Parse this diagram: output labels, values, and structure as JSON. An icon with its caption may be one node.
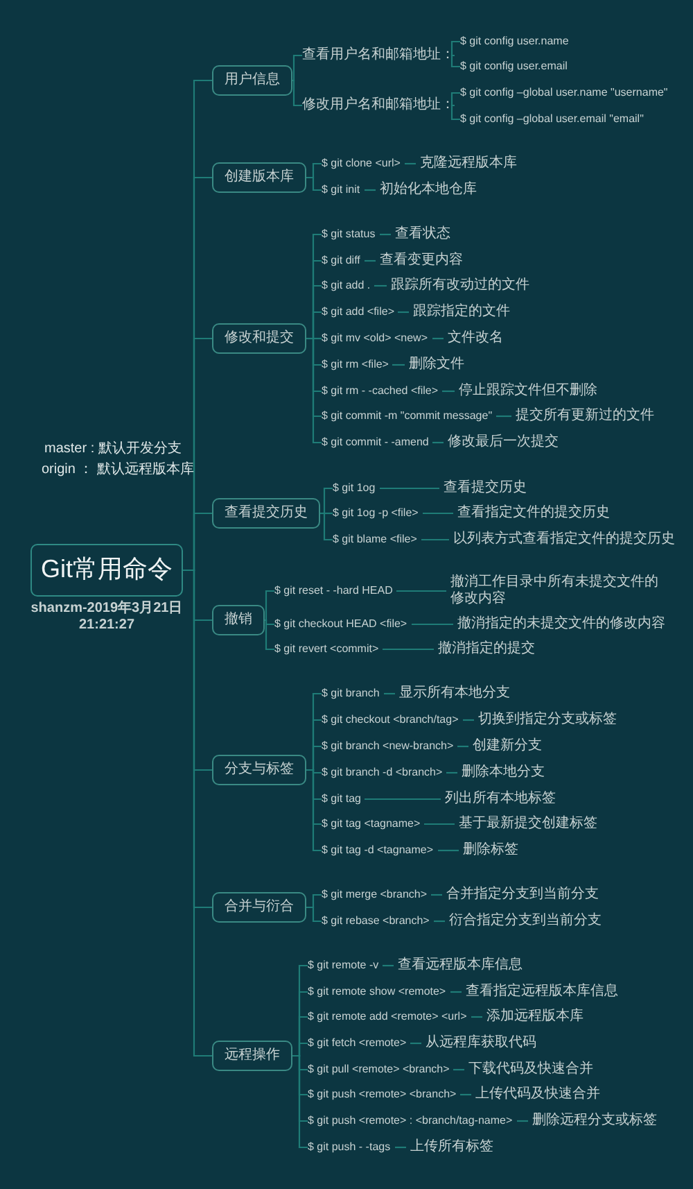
{
  "diagram": {
    "nodes": [
      {
        "text": [
          "Git常用命令"
        ],
        "beside": [
          "shanzm-2019年3月21日 21:21:27"
        ]
      },
      {
        "text": [
          "用户信息"
        ]
      },
      {
        "text": [
          "查看用户名和邮箱地址："
        ]
      },
      {
        "text": [
          "$ git config user.name"
        ]
      },
      {
        "text": [
          "$ git config user.email"
        ]
      },
      {
        "text": [
          "修改用户名和邮箱地址："
        ]
      },
      {
        "text": [
          "$ git config –global user.name \"username\""
        ]
      },
      {
        "text": [
          "$ git config –global user.email \"email\""
        ]
      },
      {
        "text": [
          "创建版本库"
        ]
      },
      {
        "text": [
          "$ git clone <url>"
        ]
      },
      {
        "text": [
          "克隆远程版本库"
        ]
      },
      {
        "text": [
          "$ git init"
        ]
      },
      {
        "text": [
          "初始化本地仓库"
        ]
      },
      {
        "text": [
          "修改和提交"
        ]
      },
      {
        "text": [
          "$ git status"
        ]
      },
      {
        "text": [
          "查看状态"
        ]
      },
      {
        "text": [
          "$ git diff"
        ]
      },
      {
        "text": [
          "查看变更内容"
        ]
      },
      {
        "text": [
          "$ git add ."
        ]
      },
      {
        "text": [
          "跟踪所有改动过的文件"
        ]
      },
      {
        "text": [
          "$ git add <file>"
        ]
      },
      {
        "text": [
          "跟踪指定的文件"
        ]
      },
      {
        "text": [
          "$ git mv <old> <new>"
        ]
      },
      {
        "text": [
          "文件改名"
        ]
      },
      {
        "text": [
          "$ git rm <file>"
        ]
      },
      {
        "text": [
          "删除文件"
        ]
      },
      {
        "text": [
          "$ git rm - -cached <file>"
        ]
      },
      {
        "text": [
          "停止跟踪文件但不删除"
        ]
      },
      {
        "text": [
          "$ git commit -m \"commit message\""
        ]
      },
      {
        "text": [
          "提交所有更新过的文件"
        ]
      },
      {
        "text": [
          "$ git commit - -amend"
        ]
      },
      {
        "text": [
          "修改最后一次提交"
        ]
      },
      {
        "text": [
          "查看提交历史"
        ]
      },
      {
        "text": [
          "$ git 1og"
        ]
      },
      {
        "text": [
          "查看提交历史"
        ]
      },
      {
        "text": [
          "$ git 1og -p <file>"
        ]
      },
      {
        "text": [
          "查看指定文件的提交历史"
        ]
      },
      {
        "text": [
          "$ git blame <file>"
        ]
      },
      {
        "text": [
          "以列表方式查看指定文件的提交历史"
        ]
      },
      {
        "text": [
          "撤销"
        ]
      },
      {
        "text": [
          "$ git reset - -hard HEAD"
        ]
      },
      {
        "text": [
          "撤消工作目录中所有未提交文件的修改内容"
        ]
      },
      {
        "text": [
          "$ git checkout HEAD <file>"
        ]
      },
      {
        "text": [
          "撤消指定的未提交文件的修改内容"
        ]
      },
      {
        "text": [
          "$ git revert <commit>"
        ]
      },
      {
        "text": [
          "撤消指定的提交"
        ]
      },
      {
        "text": [
          "分支与标签"
        ]
      },
      {
        "text": [
          "$ git branch"
        ]
      },
      {
        "text": [
          "显示所有本地分支"
        ]
      },
      {
        "text": [
          "$ git checkout <branch/tag>"
        ]
      },
      {
        "text": [
          "切换到指定分支或标签"
        ]
      },
      {
        "text": [
          "$ git branch <new-branch>"
        ]
      },
      {
        "text": [
          "创建新分支"
        ]
      },
      {
        "text": [
          "$ git branch -d <branch>"
        ]
      },
      {
        "text": [
          "删除本地分支"
        ]
      },
      {
        "text": [
          "$ git tag"
        ]
      },
      {
        "text": [
          "列出所有本地标签"
        ]
      },
      {
        "text": [
          "$ git tag <tagname>"
        ]
      },
      {
        "text": [
          "基于最新提交创建标签"
        ]
      },
      {
        "text": [
          "$ git tag -d <tagname>"
        ]
      },
      {
        "text": [
          "删除标签"
        ]
      },
      {
        "text": [
          "合并与衍合"
        ]
      },
      {
        "text": [
          "$ git merge <branch>"
        ]
      },
      {
        "text": [
          "合并指定分支到当前分支"
        ]
      },
      {
        "text": [
          "$ git rebase <branch>"
        ]
      },
      {
        "text": [
          "衍合指定分支到当前分支"
        ]
      },
      {
        "text": [
          "远程操作"
        ]
      },
      {
        "text": [
          "$ git remote -v"
        ]
      },
      {
        "text": [
          "查看远程版本库信息"
        ]
      },
      {
        "text": [
          "$ git remote show <remote>"
        ]
      },
      {
        "text": [
          "查看指定远程版本库信息"
        ]
      },
      {
        "text": [
          "$ git remote add <remote> <url>"
        ]
      },
      {
        "text": [
          "添加远程版本库"
        ]
      },
      {
        "text": [
          "$ git fetch <remote>"
        ]
      },
      {
        "text": [
          "从远程库获取代码"
        ]
      },
      {
        "text": [
          "$ git pull <remote> <branch>"
        ]
      },
      {
        "text": [
          "下载代码及快速合并"
        ]
      },
      {
        "text": [
          "$ git push <remote> <branch>"
        ]
      },
      {
        "text": [
          "上传代码及快速合并"
        ]
      },
      {
        "text": [
          "$ git push <remote> : <branch/tag-name>"
        ]
      },
      {
        "text": [
          "删除远程分支或标签"
        ]
      },
      {
        "text": [
          "$ git push - -tags"
        ]
      },
      {
        "text": [
          "上传所有标签"
        ]
      }
    ],
    "edges": [
      {
        "from": 0,
        "to": 1,
        "arrow": "none"
      },
      {
        "from": 0,
        "to": 8,
        "arrow": "none"
      },
      {
        "from": 0,
        "to": 13,
        "arrow": "none"
      },
      {
        "from": 0,
        "to": 32,
        "arrow": "none"
      },
      {
        "from": 0,
        "to": 39,
        "arrow": "none"
      },
      {
        "from": 0,
        "to": 46,
        "arrow": "none"
      },
      {
        "from": 0,
        "to": 61,
        "arrow": "none"
      },
      {
        "from": 0,
        "to": 66,
        "arrow": "none"
      },
      {
        "from": 1,
        "to": 2,
        "arrow": "none"
      },
      {
        "from": 1,
        "to": 5,
        "arrow": "none"
      },
      {
        "from": 2,
        "to": 3,
        "arrow": "none"
      },
      {
        "from": 2,
        "to": 4,
        "arrow": "none"
      },
      {
        "from": 5,
        "to": 6,
        "arrow": "none"
      },
      {
        "from": 5,
        "to": 7,
        "arrow": "none"
      },
      {
        "from": 8,
        "to": 9,
        "arrow": "none"
      },
      {
        "from": 8,
        "to": 11,
        "arrow": "none"
      },
      {
        "from": 9,
        "to": 10,
        "arrow": "none"
      },
      {
        "from": 11,
        "to": 12,
        "arrow": "none"
      },
      {
        "from": 13,
        "to": 14,
        "arrow": "none"
      },
      {
        "from": 13,
        "to": 16,
        "arrow": "none"
      },
      {
        "from": 13,
        "to": 18,
        "arrow": "none"
      },
      {
        "from": 13,
        "to": 20,
        "arrow": "none"
      },
      {
        "from": 13,
        "to": 22,
        "arrow": "none"
      },
      {
        "from": 13,
        "to": 24,
        "arrow": "none"
      },
      {
        "from": 13,
        "to": 26,
        "arrow": "none"
      },
      {
        "from": 13,
        "to": 28,
        "arrow": "none"
      },
      {
        "from": 13,
        "to": 30,
        "arrow": "none"
      },
      {
        "from": 14,
        "to": 15,
        "arrow": "none"
      },
      {
        "from": 16,
        "to": 17,
        "arrow": "none"
      },
      {
        "from": 18,
        "to": 19,
        "arrow": "none"
      },
      {
        "from": 20,
        "to": 21,
        "arrow": "none"
      },
      {
        "from": 22,
        "to": 23,
        "arrow": "none"
      },
      {
        "from": 24,
        "to": 25,
        "arrow": "none"
      },
      {
        "from": 26,
        "to": 27,
        "arrow": "none"
      },
      {
        "from": 28,
        "to": 29,
        "arrow": "none"
      },
      {
        "from": 30,
        "to": 31,
        "arrow": "none"
      },
      {
        "from": 32,
        "to": 33,
        "arrow": "none"
      },
      {
        "from": 32,
        "to": 35,
        "arrow": "none"
      },
      {
        "from": 32,
        "to": 37,
        "arrow": "none"
      },
      {
        "from": 33,
        "to": 34,
        "arrow": "none"
      },
      {
        "from": 35,
        "to": 36,
        "arrow": "none"
      },
      {
        "from": 37,
        "to": 38,
        "arrow": "none"
      },
      {
        "from": 39,
        "to": 40,
        "arrow": "none"
      },
      {
        "from": 39,
        "to": 42,
        "arrow": "none"
      },
      {
        "from": 39,
        "to": 44,
        "arrow": "none"
      },
      {
        "from": 40,
        "to": 41,
        "arrow": "none"
      },
      {
        "from": 42,
        "to": 43,
        "arrow": "none"
      },
      {
        "from": 44,
        "to": 45,
        "arrow": "none"
      },
      {
        "from": 46,
        "to": 47,
        "arrow": "none"
      },
      {
        "from": 46,
        "to": 49,
        "arrow": "none"
      },
      {
        "from": 46,
        "to": 51,
        "arrow": "none"
      },
      {
        "from": 46,
        "to": 53,
        "arrow": "none"
      },
      {
        "from": 46,
        "to": 55,
        "arrow": "none"
      },
      {
        "from": 46,
        "to": 57,
        "arrow": "none"
      },
      {
        "from": 46,
        "to": 59,
        "arrow": "none"
      },
      {
        "from": 47,
        "to": 48,
        "arrow": "none"
      },
      {
        "from": 49,
        "to": 50,
        "arrow": "none"
      },
      {
        "from": 51,
        "to": 52,
        "arrow": "none"
      },
      {
        "from": 53,
        "to": 54,
        "arrow": "none"
      },
      {
        "from": 55,
        "to": 56,
        "arrow": "none"
      },
      {
        "from": 57,
        "to": 58,
        "arrow": "none"
      },
      {
        "from": 59,
        "to": 60,
        "arrow": "none"
      },
      {
        "from": 61,
        "to": 62,
        "arrow": "none"
      },
      {
        "from": 61,
        "to": 64,
        "arrow": "none"
      },
      {
        "from": 62,
        "to": 63,
        "arrow": "none"
      },
      {
        "from": 64,
        "to": 65,
        "arrow": "none"
      },
      {
        "from": 66,
        "to": 67,
        "arrow": "none"
      },
      {
        "from": 66,
        "to": 69,
        "arrow": "none"
      },
      {
        "from": 66,
        "to": 71,
        "arrow": "none"
      },
      {
        "from": 66,
        "to": 73,
        "arrow": "none"
      },
      {
        "from": 66,
        "to": 75,
        "arrow": "none"
      },
      {
        "from": 66,
        "to": 77,
        "arrow": "none"
      },
      {
        "from": 66,
        "to": 79,
        "arrow": "none"
      },
      {
        "from": 66,
        "to": 81,
        "arrow": "none"
      },
      {
        "from": 67,
        "to": 68,
        "arrow": "none"
      },
      {
        "from": 69,
        "to": 70,
        "arrow": "none"
      },
      {
        "from": 71,
        "to": 72,
        "arrow": "none"
      },
      {
        "from": 73,
        "to": 74,
        "arrow": "none"
      },
      {
        "from": 75,
        "to": 76,
        "arrow": "none"
      },
      {
        "from": 77,
        "to": 78,
        "arrow": "none"
      },
      {
        "from": 79,
        "to": 80,
        "arrow": "none"
      },
      {
        "from": 81,
        "to": 82,
        "arrow": "none"
      }
    ],
    "labels": [
      "master : 默认开发分支",
      "origin ： 默认远程版本库"
    ]
  }
}
